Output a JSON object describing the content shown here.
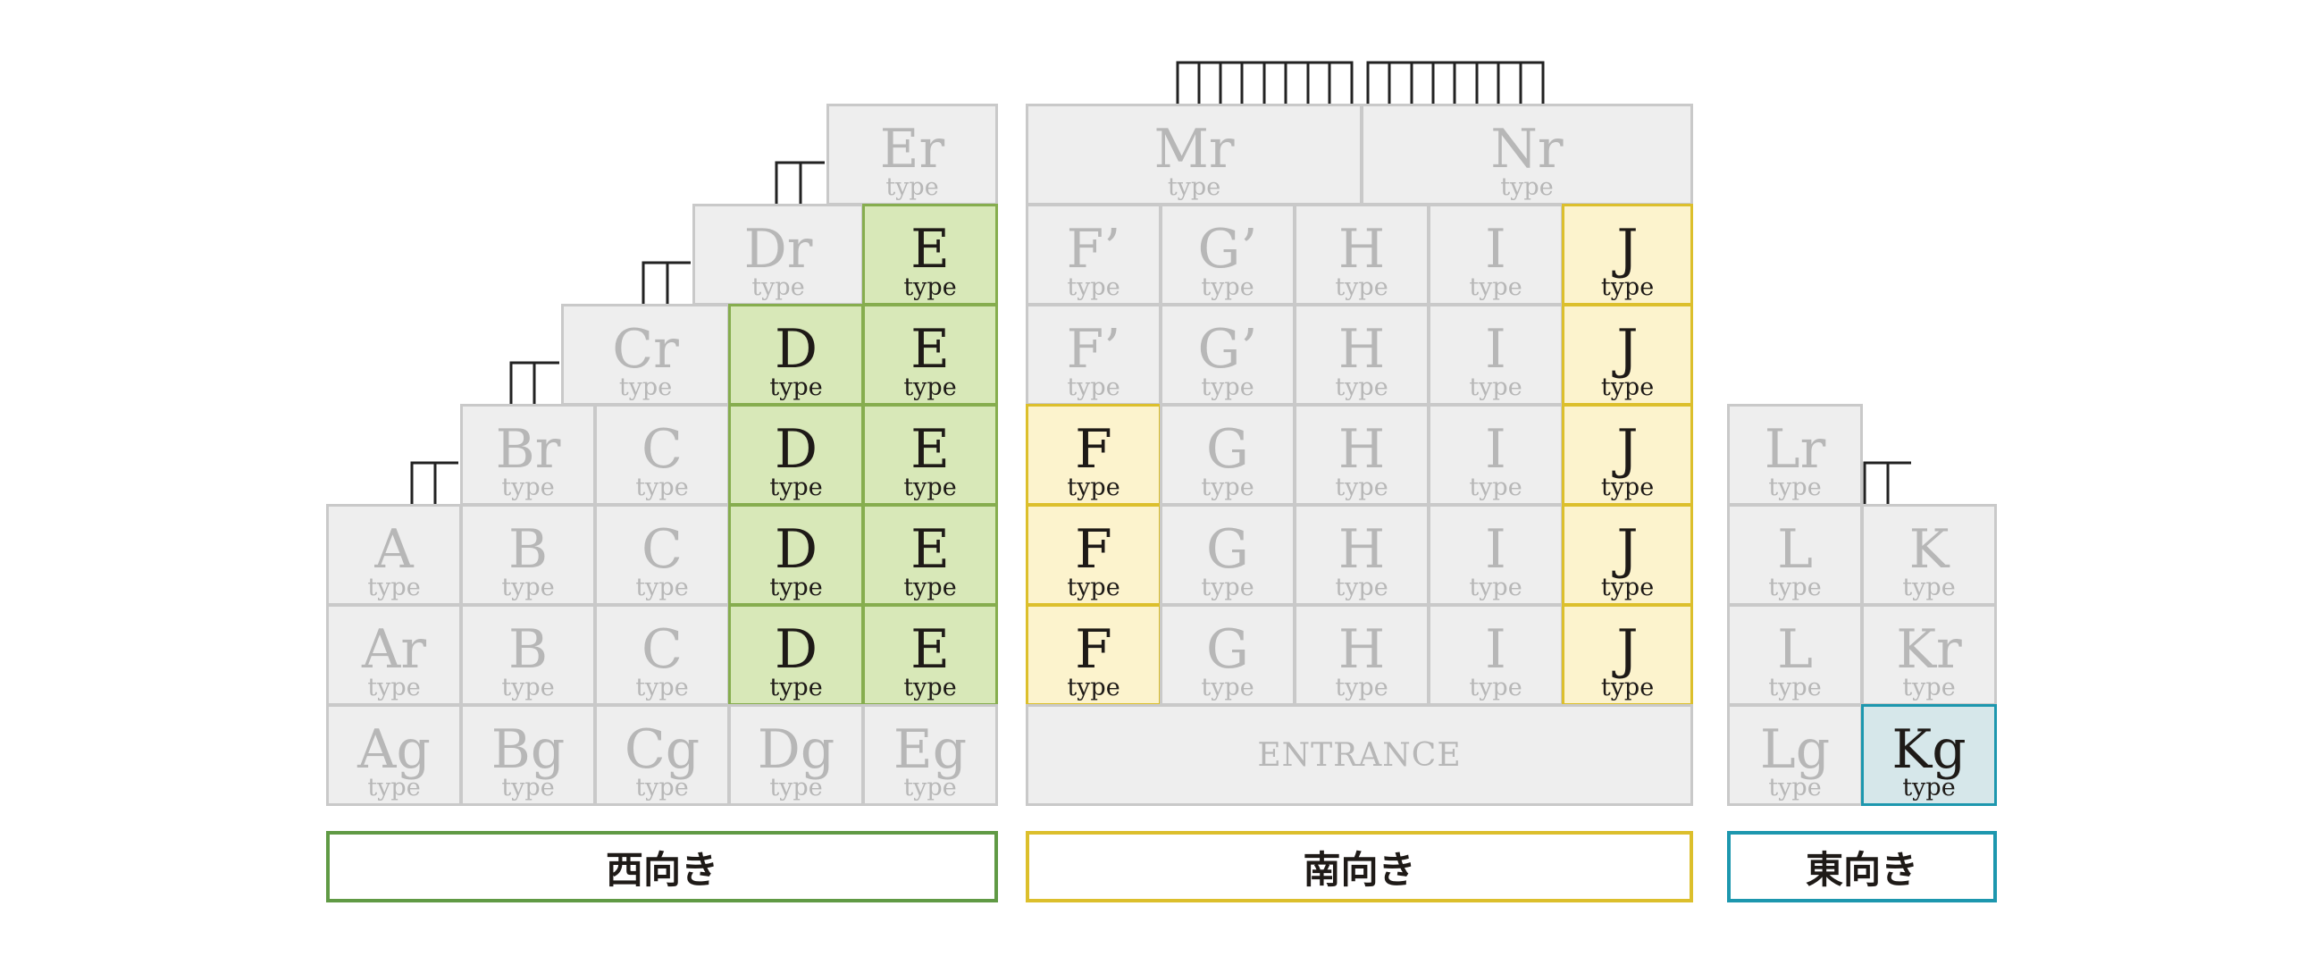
{
  "colors": {
    "west": "#86ad4e",
    "west_fill": "#d8e8b8",
    "south": "#dcbf2c",
    "south_fill": "#fcf3cd",
    "east": "#1d97ae",
    "east_fill": "#d6e7ea",
    "inactive_fill": "#eeeeee",
    "inactive_text": "#b7b7b7"
  },
  "units": {
    "er": {
      "code": "Er",
      "sub": "type"
    },
    "dr": {
      "code": "Dr",
      "sub": "type"
    },
    "e1": {
      "code": "E",
      "sub": "type"
    },
    "cr": {
      "code": "Cr",
      "sub": "type"
    },
    "d1": {
      "code": "D",
      "sub": "type"
    },
    "e2": {
      "code": "E",
      "sub": "type"
    },
    "br": {
      "code": "Br",
      "sub": "type"
    },
    "c1": {
      "code": "C",
      "sub": "type"
    },
    "d2": {
      "code": "D",
      "sub": "type"
    },
    "e3": {
      "code": "E",
      "sub": "type"
    },
    "a": {
      "code": "A",
      "sub": "type"
    },
    "b1": {
      "code": "B",
      "sub": "type"
    },
    "c2": {
      "code": "C",
      "sub": "type"
    },
    "d3": {
      "code": "D",
      "sub": "type"
    },
    "e4": {
      "code": "E",
      "sub": "type"
    },
    "ar": {
      "code": "Ar",
      "sub": "type"
    },
    "b2": {
      "code": "B",
      "sub": "type"
    },
    "c3": {
      "code": "C",
      "sub": "type"
    },
    "d4": {
      "code": "D",
      "sub": "type"
    },
    "e5": {
      "code": "E",
      "sub": "type"
    },
    "ag": {
      "code": "Ag",
      "sub": "type"
    },
    "bg": {
      "code": "Bg",
      "sub": "type"
    },
    "cg": {
      "code": "Cg",
      "sub": "type"
    },
    "dg": {
      "code": "Dg",
      "sub": "type"
    },
    "eg": {
      "code": "Eg",
      "sub": "type"
    },
    "mr": {
      "code": "Mr",
      "sub": "type"
    },
    "nr": {
      "code": "Nr",
      "sub": "type"
    },
    "fp1": {
      "code": "F’",
      "sub": "type"
    },
    "gp1": {
      "code": "G’",
      "sub": "type"
    },
    "h1": {
      "code": "H",
      "sub": "type"
    },
    "i1": {
      "code": "I",
      "sub": "type"
    },
    "j1": {
      "code": "J",
      "sub": "type"
    },
    "fp2": {
      "code": "F’",
      "sub": "type"
    },
    "gp2": {
      "code": "G’",
      "sub": "type"
    },
    "h2": {
      "code": "H",
      "sub": "type"
    },
    "i2": {
      "code": "I",
      "sub": "type"
    },
    "j2": {
      "code": "J",
      "sub": "type"
    },
    "f1": {
      "code": "F",
      "sub": "type"
    },
    "g1": {
      "code": "G",
      "sub": "type"
    },
    "h3": {
      "code": "H",
      "sub": "type"
    },
    "i3": {
      "code": "I",
      "sub": "type"
    },
    "j3": {
      "code": "J",
      "sub": "type"
    },
    "f2": {
      "code": "F",
      "sub": "type"
    },
    "g2": {
      "code": "G",
      "sub": "type"
    },
    "h4": {
      "code": "H",
      "sub": "type"
    },
    "i4": {
      "code": "I",
      "sub": "type"
    },
    "j4": {
      "code": "J",
      "sub": "type"
    },
    "f3": {
      "code": "F",
      "sub": "type"
    },
    "g3": {
      "code": "G",
      "sub": "type"
    },
    "h5": {
      "code": "H",
      "sub": "type"
    },
    "i5": {
      "code": "I",
      "sub": "type"
    },
    "j5": {
      "code": "J",
      "sub": "type"
    },
    "lr": {
      "code": "Lr",
      "sub": "type"
    },
    "l1": {
      "code": "L",
      "sub": "type"
    },
    "k": {
      "code": "K",
      "sub": "type"
    },
    "l2": {
      "code": "L",
      "sub": "type"
    },
    "kr": {
      "code": "Kr",
      "sub": "type"
    },
    "lg": {
      "code": "Lg",
      "sub": "type"
    },
    "kg": {
      "code": "Kg",
      "sub": "type"
    }
  },
  "entrance": "ENTRANCE",
  "labels": {
    "west": "西向き",
    "south": "南向き",
    "east": "東向き"
  }
}
